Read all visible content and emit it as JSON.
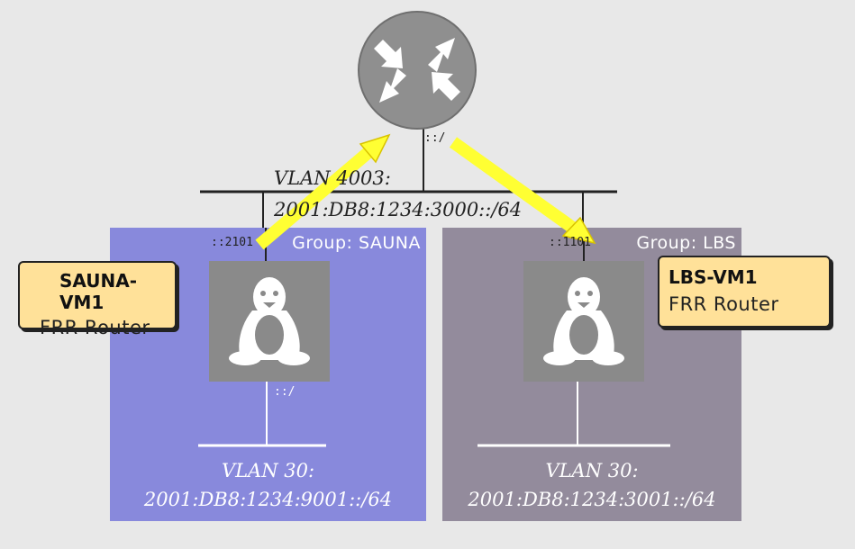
{
  "router": {
    "icon": "router-arrows-icon",
    "port_label": "::/"
  },
  "vlan4003": {
    "line1": "VLAN 4003:",
    "line2": "2001:DB8:1234:3000::/64"
  },
  "groups": {
    "sauna": {
      "title": "Group: SAUNA",
      "uplink_port": "::2101",
      "downlink_port": "::/",
      "vlan_line1": "VLAN 30:",
      "vlan_line2": "2001:DB8:1234:9001::/64",
      "color": "#8889dc"
    },
    "lbs": {
      "title": "Group: LBS",
      "uplink_port": "::1101",
      "vlan_line1": "VLAN 30:",
      "vlan_line2": "2001:DB8:1234:3001::/64",
      "color": "#938b9c"
    }
  },
  "callouts": {
    "sauna": {
      "name": "SAUNA-VM1",
      "role": "FRR Router"
    },
    "lbs": {
      "name": "LBS-VM1",
      "role": "FRR Router"
    }
  },
  "colors": {
    "background": "#e8e8e8",
    "callout_fill": "#ffe199",
    "arrow": "#ffff33",
    "router": "#8f8f8f"
  }
}
